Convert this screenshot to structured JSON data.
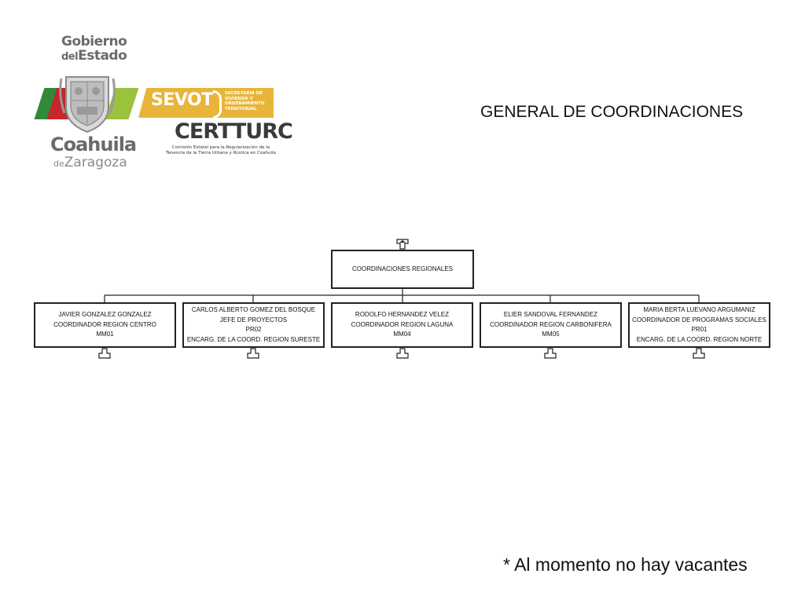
{
  "logo": {
    "gobierno_line1": "Gobierno",
    "gobierno_del": "del",
    "gobierno_estado": "Estado",
    "coahuila": "Coahuila",
    "de": "de",
    "zaragoza": "Zaragoza",
    "sevot": "SEVOT",
    "sevot_desc": "SECRETARÍA DE VIVIENDA Y ORDENAMIENTO TERRITORIAL",
    "certturc": "CERTTURC",
    "certturc_desc": "Comisión Estatal para la Regularización de la Tenencia de la Tierra Urbana y Rústica en Coahuila",
    "colors": {
      "sevot_gold": "#e8b53a",
      "green": "#2f8a3a",
      "red": "#c8262a"
    }
  },
  "title": "GENERAL DE COORDINACIONES",
  "org_chart": {
    "root": {
      "label": "COORDINACIONES REGIONALES"
    },
    "children": [
      {
        "lines": [
          "JAVIER GONZALEZ GONZALEZ",
          "COORDINADOR REGION CENTRO",
          "MM01"
        ]
      },
      {
        "lines": [
          "CARLOS ALBERTO GOMEZ DEL BOSQUE",
          "JEFE DE PROYECTOS",
          "PR02",
          "ENCARG. DE LA COORD. REGION SURESTE"
        ]
      },
      {
        "lines": [
          "RODOLFO HERNANDEZ VELEZ",
          "COORDINADOR REGION LAGUNA",
          "MM04"
        ]
      },
      {
        "lines": [
          "ELIER SANDOVAL FERNANDEZ",
          "COORDINADOR REGION CARBONIFERA",
          "MM05"
        ]
      },
      {
        "lines": [
          "MARIA BERTA LUEVANO ARGUMANIZ",
          "COORDINADOR DE PROGRAMAS SOCIALES",
          "PR01",
          "ENCARG. DE LA COORD. REGION NORTE"
        ]
      }
    ]
  },
  "footnote": "* Al momento no hay vacantes"
}
